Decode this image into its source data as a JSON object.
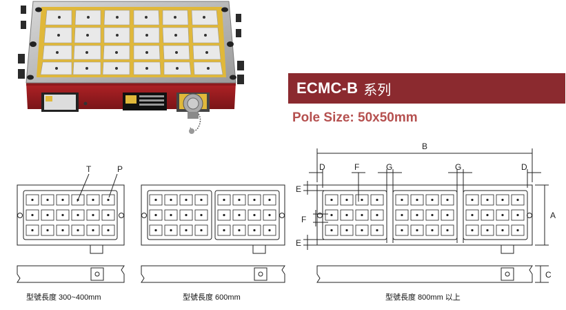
{
  "series_banner": {
    "model": "ECMC-B",
    "series_word": "系列"
  },
  "pole_size": "Pole Size: 50x50mm",
  "dimension_labels": {
    "T": "T",
    "P": "P",
    "B": "B",
    "D": "D",
    "F": "F",
    "G": "G",
    "E": "E",
    "A": "A",
    "C": "C"
  },
  "captions": [
    "型號長度 300~400mm",
    "型號長度 600mm",
    "型號長度 800mm 以上"
  ],
  "colors": {
    "banner": "#8b2a2f",
    "pole_size_text": "#b5504f",
    "chuck_body": "#c62b2f",
    "pole_grid": "#e0b83a"
  }
}
